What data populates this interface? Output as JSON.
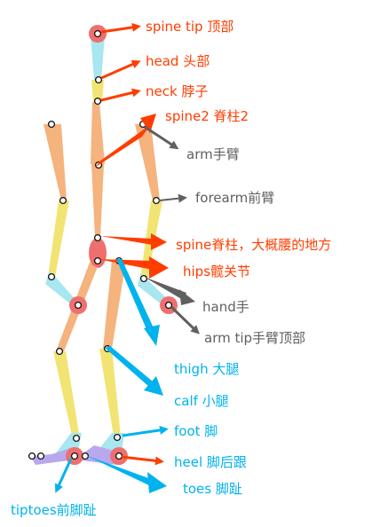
{
  "colors": {
    "red_label": "#ff3d00",
    "gray_label": "#606060",
    "blue_label": "#00b2ee",
    "bone_cyan": "#a8e6f0",
    "bone_yellow": "#f2e473",
    "bone_orange": "#f5b37e",
    "bone_violet": "#b9a8ee",
    "joint_red": "#ef6f6f"
  },
  "labels": {
    "spine_tip": "spine tip 顶部",
    "head": "head 头部",
    "neck": "neck 脖子",
    "spine2": "spine2 脊柱2",
    "arm": "arm手臂",
    "forearm": "forearm前臂",
    "spine": "spine脊柱，大概腰的地方",
    "hips": "hips髋关节",
    "hand": "hand手",
    "arm_tip": "arm tip手臂顶部",
    "thigh": "thigh 大腿",
    "calf": "calf 小腿",
    "foot": "foot 脚",
    "heel": "heel 脚后跟",
    "toes": "toes 脚趾",
    "tiptoes": "tiptoes前脚趾"
  }
}
